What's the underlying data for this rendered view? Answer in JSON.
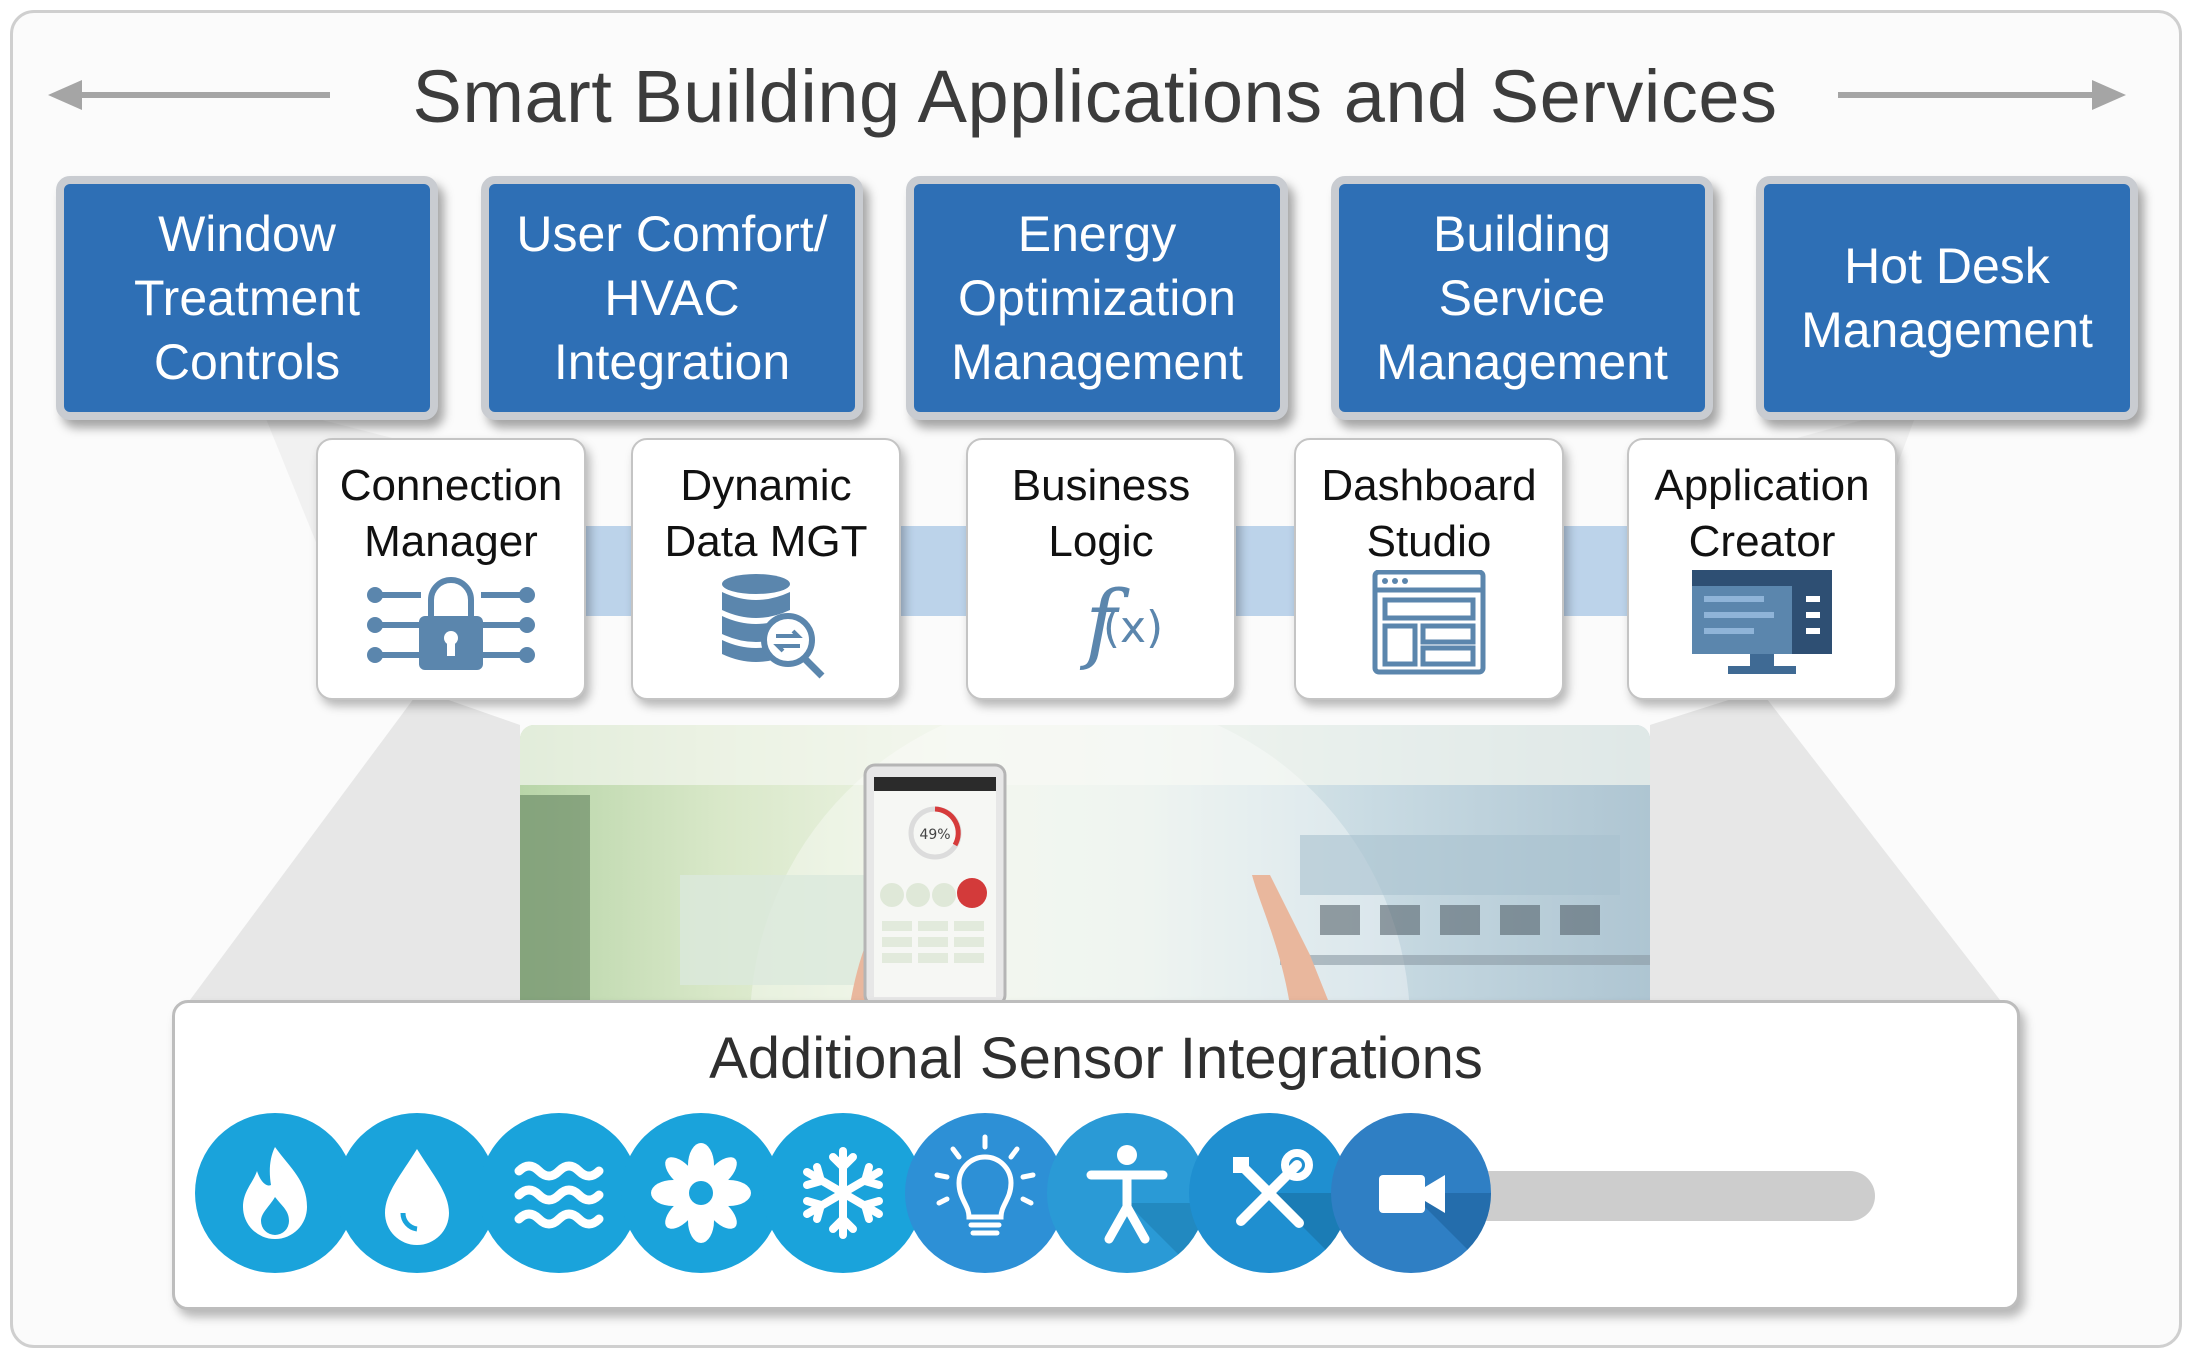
{
  "title": "Smart Building Applications and Services",
  "applications": [
    {
      "label": "Window\nTreatment\nControls"
    },
    {
      "label": "User Comfort/\nHVAC\nIntegration"
    },
    {
      "label": "Energy\nOptimization\nManagement"
    },
    {
      "label": "Building\nService\nManagement"
    },
    {
      "label": "Hot Desk\nManagement"
    }
  ],
  "services": [
    {
      "label": "Connection\nManager",
      "icon": "network-lock-icon"
    },
    {
      "label": "Dynamic\nData MGT",
      "icon": "database-search-icon"
    },
    {
      "label": "Business\nLogic",
      "icon": "function-icon"
    },
    {
      "label": "Dashboard\nStudio",
      "icon": "dashboard-layout-icon"
    },
    {
      "label": "Application\nCreator",
      "icon": "monitor-app-icon"
    }
  ],
  "tablet": {
    "percent": "49%"
  },
  "sensors": {
    "title": "Additional Sensor Integrations",
    "icons": [
      "flame-icon",
      "water-drop-icon",
      "air-waves-icon",
      "fan-icon",
      "snowflake-icon",
      "light-bulb-icon",
      "occupancy-person-icon",
      "maintenance-tools-icon",
      "video-camera-icon"
    ]
  },
  "colors": {
    "app_blue": "#2e6fb5",
    "sensor_blue": "#1aa3db",
    "connector": "#bcd3ea"
  }
}
